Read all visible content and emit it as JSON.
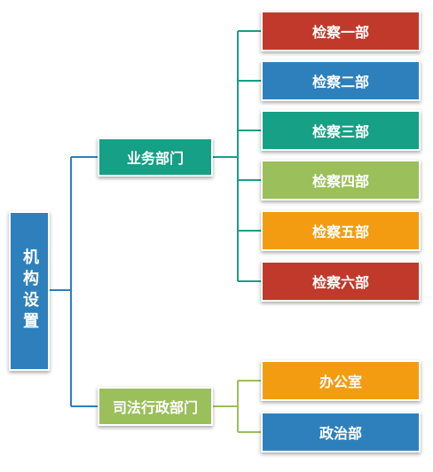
{
  "root": {
    "label": "机构设置",
    "color": "#2e80bd"
  },
  "branches": [
    {
      "label": "业务部门",
      "color": "#16a085",
      "line_color": "#16a085",
      "children": [
        {
          "label": "检察一部",
          "color": "#c0392b"
        },
        {
          "label": "检察二部",
          "color": "#2e80bd"
        },
        {
          "label": "检察三部",
          "color": "#16a085"
        },
        {
          "label": "检察四部",
          "color": "#9bbf5a"
        },
        {
          "label": "检察五部",
          "color": "#f39c12"
        },
        {
          "label": "检察六部",
          "color": "#c0392b"
        }
      ]
    },
    {
      "label": "司法行政部门",
      "color": "#9bbf5a",
      "line_color": "#9bbf5a",
      "children": [
        {
          "label": "办公室",
          "color": "#f39c12"
        },
        {
          "label": "政治部",
          "color": "#2e80bd"
        }
      ]
    }
  ],
  "root_line_color": "#2e80bd"
}
